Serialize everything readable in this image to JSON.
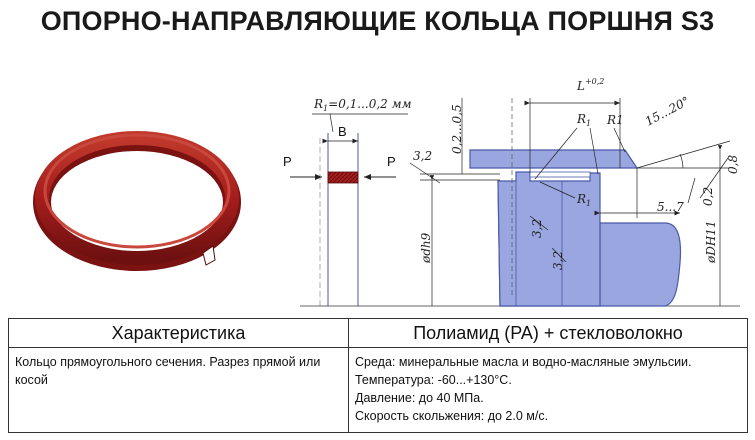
{
  "title": "ОПОРНО-НАПРАВЛЯЮЩИЕ КОЛЬЦА ПОРШНЯ S3",
  "colors": {
    "ring": "#a51d1d",
    "ring_dark": "#6e1010",
    "piston_fill": "#9aa6e0",
    "piston_stroke": "#4a5aa8"
  },
  "drawing": {
    "radius_note": "R",
    "radius_sub": "1",
    "radius_value": "=0,1...0,2 мм",
    "width_label": "B",
    "force_left": "P",
    "force_right": "P",
    "dim_32_top": "3,2",
    "dim_02_05": "0,2...0,5",
    "dim_L": "L",
    "dim_L_tol": "+0,2",
    "dim_R1_a": "R",
    "dim_R1_a_sub": "1",
    "dim_R1_b": "R1",
    "dim_R1_c": "R",
    "dim_R1_c_sub": "1",
    "dim_angle": "15...20°",
    "dim_08": "0,8",
    "dim_02": "0,2",
    "dim_5_7": "5...7",
    "dim_dh9": "ødh9",
    "dim_DH11": "øDH11",
    "dim_32_mid": "3,2",
    "dim_32_low": "3,2"
  },
  "table": {
    "headers": [
      "Характеристика",
      "Полиамид (PA) + стекловолокно"
    ],
    "characteristic": "Кольцо прямоугольного сечения. Разрез прямой или косой",
    "properties": [
      "Среда: минеральные масла и водно-масляные эмульсии.",
      "Температура:  -60...+130°C.",
      "Давление: до 40 МПа.",
      "Скорость скольжения: до 2.0 м/с."
    ]
  }
}
